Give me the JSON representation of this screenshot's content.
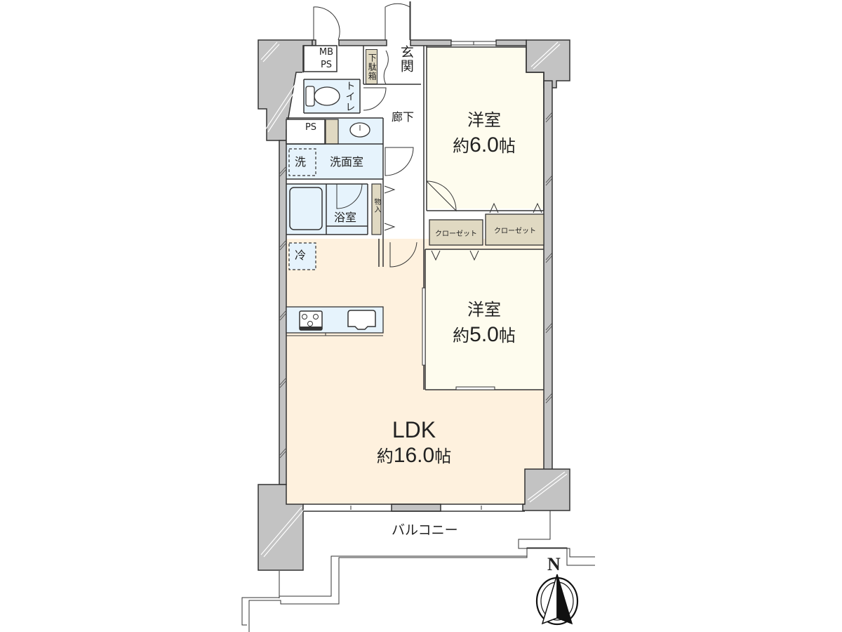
{
  "floorplan": {
    "rooms": [
      {
        "id": "western-room-1",
        "name": "洋室",
        "area": "約6.0帖",
        "area_prefix": "約",
        "area_value": "6.0",
        "area_unit": "帖",
        "fill": "#fefcee"
      },
      {
        "id": "western-room-2",
        "name": "洋室",
        "area": "約5.0帖",
        "area_prefix": "約",
        "area_value": "5.0",
        "area_unit": "帖",
        "fill": "#fefcee"
      },
      {
        "id": "ldk",
        "name": "LDK",
        "area": "約16.0帖",
        "area_prefix": "約",
        "area_value": "16.0",
        "area_unit": "帖",
        "fill": "#fef1de"
      },
      {
        "id": "washroom",
        "name": "洗面室",
        "fill": "#e6f3fc"
      },
      {
        "id": "bathroom",
        "name": "浴室",
        "fill": "#e6f3fc"
      },
      {
        "id": "toilet",
        "name": "トイレ",
        "fill": "#e6f3fc"
      },
      {
        "id": "entrance",
        "name": "玄関",
        "fill": "#ffffff"
      },
      {
        "id": "hallway",
        "name": "廊下",
        "fill": "#ffffff"
      },
      {
        "id": "balcony",
        "name": "バルコニー",
        "fill": "#ffffff"
      }
    ],
    "storage": [
      {
        "id": "closet-1",
        "name": "クローゼット",
        "fill": "#e0d9c2"
      },
      {
        "id": "closet-2",
        "name": "クローゼット",
        "fill": "#e0d9c2"
      },
      {
        "id": "shoe-box",
        "name": "下駄箱",
        "fill": "#e0d9c2"
      },
      {
        "id": "storage",
        "name": "物入",
        "fill": "#e0d9c2"
      }
    ],
    "fixtures": {
      "mb_ps_line1": "MB",
      "mb_ps_line2": "PS",
      "ps": "PS",
      "washer": "洗",
      "fridge": "冷"
    },
    "compass": {
      "label": "N"
    },
    "colors": {
      "wall": "#c3c3c3",
      "wet_area": "#e6f3fc",
      "bedroom": "#fefcee",
      "ldk": "#fef1de",
      "storage": "#e0d9c2",
      "line": "#333333"
    }
  }
}
